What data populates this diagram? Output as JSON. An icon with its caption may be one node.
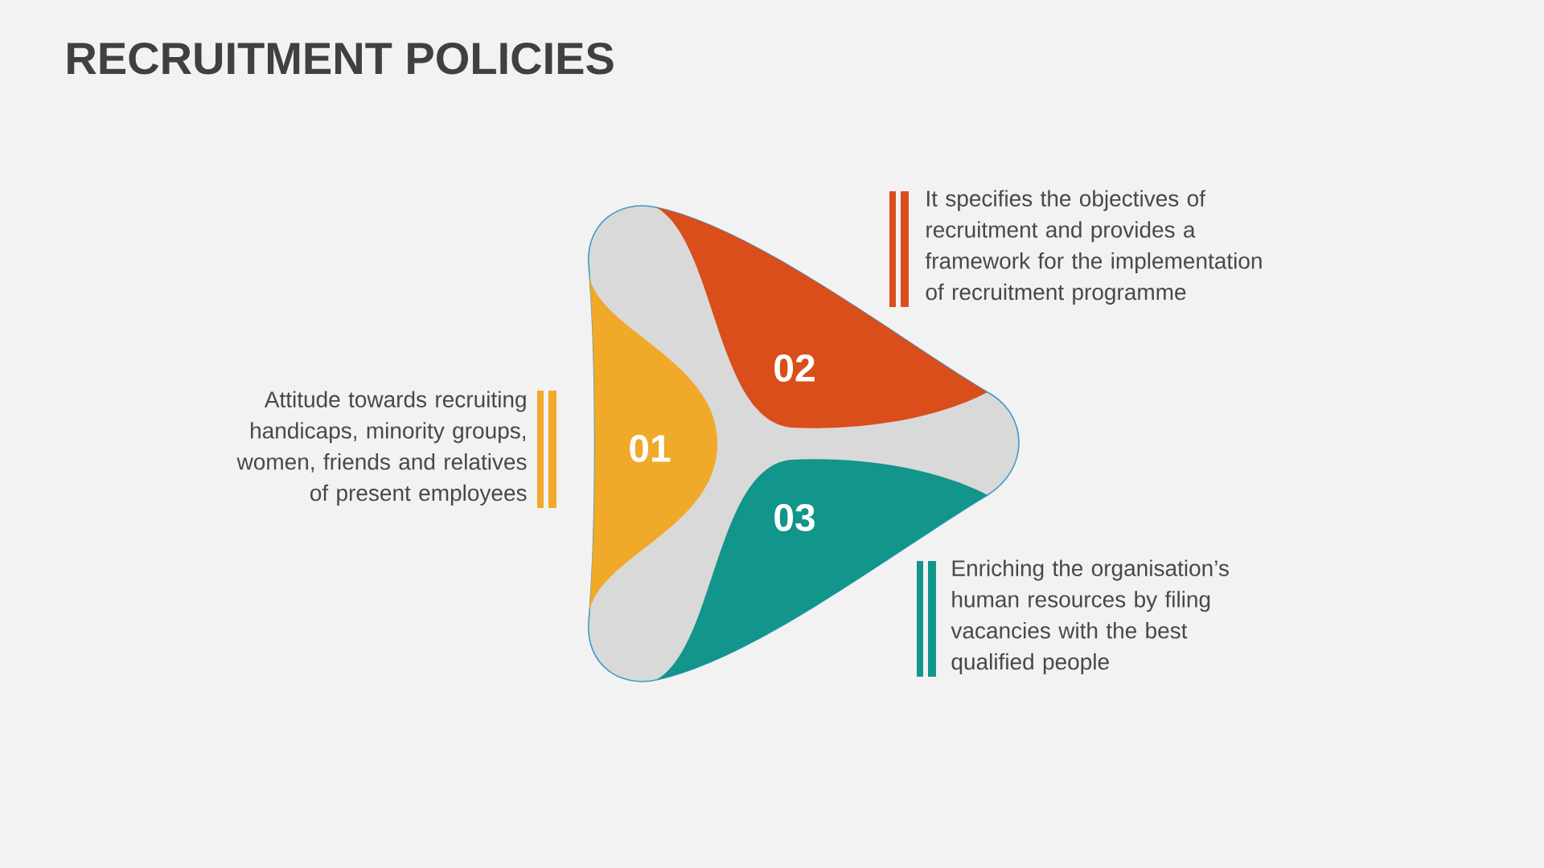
{
  "diagram": {
    "title": "RECRUITMENT POLICIES",
    "nodes": [
      {
        "text": [],
        "shape": "triangle"
      },
      {
        "text": [
          "01"
        ],
        "in": 0,
        "beside": [
          "Attitude towards recruiting handicaps, minority groups, women, friends and relatives of present employees"
        ]
      },
      {
        "text": [
          "02"
        ],
        "in": 0,
        "beside": [
          "It specifies the objectives of recruitment and provides a framework for the implementation of recruitment programme"
        ]
      },
      {
        "text": [
          "03"
        ],
        "in": 0,
        "beside": [
          "Enriching the organisation’s human resources by filing vacancies with the best qualified people"
        ]
      }
    ]
  }
}
